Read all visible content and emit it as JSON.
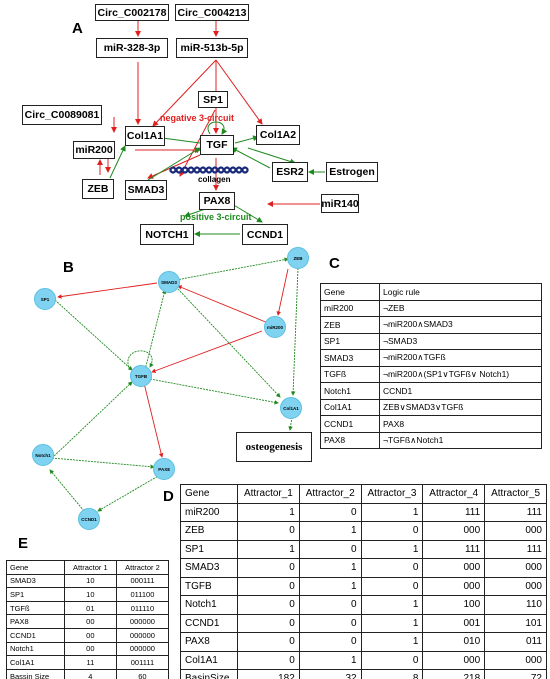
{
  "panels": {
    "A": "A",
    "B": "B",
    "C": "C",
    "D": "D",
    "E": "E"
  },
  "panelA": {
    "circ1": "Circ_C002178",
    "circ2": "Circ_C004213",
    "mir328": "miR-328-3p",
    "mir513": "miR-513b-5p",
    "circ3": "Circ_C0089081",
    "sp1": "SP1",
    "col1a1": "Col1A1",
    "tgf": "TGF",
    "col1a2": "Col1A2",
    "mir200": "miR200",
    "zeb": "ZEB",
    "smad3": "SMAD3",
    "esr2": "ESR2",
    "estrogen": "Estrogen",
    "collagen": "collagen",
    "pax8": "PAX8",
    "mir140": "miR140",
    "notch1": "NOTCH1",
    "ccnd1": "CCND1",
    "negative_circuit": "negative 3-circuit",
    "positive_circuit": "positive 3-circuit"
  },
  "panelB": {
    "nodes": {
      "SP1": "SP1",
      "SMAD3": "SMAD3",
      "ZEB": "ZEB",
      "miR200": "miR200",
      "TGFB": "TGFB",
      "Col1A1": "Col1A1",
      "Notch1": "Notch1",
      "PAX8": "PAX8",
      "CCND1": "CCND1"
    },
    "osteogenesis": "osteogenesis"
  },
  "tableC": {
    "headers": [
      "Gene",
      "Logic rule"
    ],
    "rows": [
      [
        "miR200",
        "¬ZEB"
      ],
      [
        "ZEB",
        "¬miR200∧SMAD3"
      ],
      [
        "SP1",
        "¬SMAD3"
      ],
      [
        "SMAD3",
        "¬miR200∧TGFß"
      ],
      [
        "TGFß",
        "¬miR200∧(SP1∨TGFß∨ Notch1)"
      ],
      [
        "Notch1",
        "CCND1"
      ],
      [
        "Col1A1",
        "ZEB∨SMAD3∨TGFß"
      ],
      [
        "CCND1",
        "PAX8"
      ],
      [
        "PAX8",
        "¬TGFß∧Notch1"
      ]
    ]
  },
  "tableD": {
    "headers": [
      "Gene",
      "Attractor_1",
      "Attractor_2",
      "Attractor_3",
      "Attractor_4",
      "Attractor_5"
    ],
    "rows": [
      [
        "miR200",
        "1",
        "0",
        "1",
        "111",
        "111"
      ],
      [
        "ZEB",
        "0",
        "1",
        "0",
        "000",
        "000"
      ],
      [
        "SP1",
        "1",
        "0",
        "1",
        "111",
        "111"
      ],
      [
        "SMAD3",
        "0",
        "1",
        "0",
        "000",
        "000"
      ],
      [
        "TGFB",
        "0",
        "1",
        "0",
        "000",
        "000"
      ],
      [
        "Notch1",
        "0",
        "0",
        "1",
        "100",
        "110"
      ],
      [
        "CCND1",
        "0",
        "0",
        "1",
        "001",
        "101"
      ],
      [
        "PAX8",
        "0",
        "0",
        "1",
        "010",
        "011"
      ],
      [
        "Col1A1",
        "0",
        "1",
        "0",
        "000",
        "000"
      ],
      [
        "BasinSize",
        "182",
        "32",
        "8",
        "218",
        "72"
      ]
    ]
  },
  "tableE": {
    "headers": [
      "Gene",
      "Attractor 1",
      "Attractor 2"
    ],
    "rows": [
      [
        "SMAD3",
        "10",
        "000111"
      ],
      [
        "SP1",
        "10",
        "011100"
      ],
      [
        "TGFß",
        "01",
        "011110"
      ],
      [
        "PAX8",
        "00",
        "000000"
      ],
      [
        "CCND1",
        "00",
        "000000"
      ],
      [
        "Notch1",
        "00",
        "000000"
      ],
      [
        "Col1A1",
        "11",
        "001111"
      ],
      [
        "Bassin Size",
        "4",
        "60"
      ]
    ]
  },
  "colors": {
    "activation": "#1e8a1e",
    "inhibition": "#e02020",
    "node": "#7fd3f0"
  }
}
